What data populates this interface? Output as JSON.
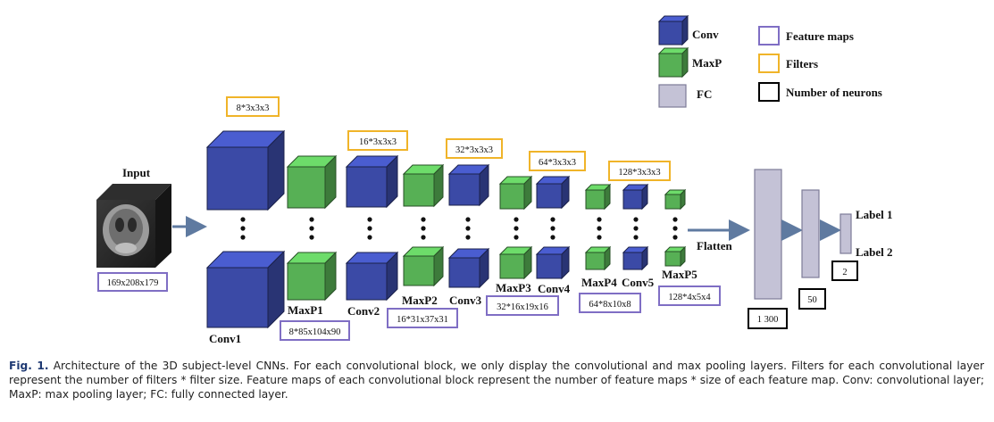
{
  "colors": {
    "conv": "#3b4aa6",
    "maxp": "#57b055",
    "fc": "#c4c2d6",
    "feature_maps_border": "#7f6ec4",
    "filters_border": "#f0b429",
    "neurons_border": "#000000",
    "arrow": "#5f7aa0"
  },
  "legend": {
    "conv": "Conv",
    "maxp": "MaxP",
    "fc": "FC",
    "feature_maps": "Feature maps",
    "filters": "Filters",
    "neurons": "Number of neurons"
  },
  "input": {
    "label": "Input",
    "size": "169x208x179"
  },
  "layers": {
    "conv1": "Conv1",
    "maxp1": "MaxP1",
    "conv2": "Conv2",
    "maxp2": "MaxP2",
    "conv3": "Conv3",
    "maxp3": "MaxP3",
    "conv4": "Conv4",
    "maxp4": "MaxP4",
    "conv5": "Conv5",
    "maxp5": "MaxP5"
  },
  "filters": {
    "f1": "8*3x3x3",
    "f2": "16*3x3x3",
    "f3": "32*3x3x3",
    "f4": "64*3x3x3",
    "f5": "128*3x3x3"
  },
  "feature_maps": {
    "m1": "8*85x104x90",
    "m2": "16*31x37x31",
    "m3": "32*16x19x16",
    "m4": "64*8x10x8",
    "m5": "128*4x5x4"
  },
  "flatten": "Flatten",
  "neurons": {
    "n1": "1 300",
    "n2": "50",
    "n3": "2"
  },
  "outputs": {
    "label1": "Label 1",
    "label2": "Label 2"
  },
  "caption": {
    "fig_label": "Fig. 1.",
    "text": "Architecture of the 3D subject-level CNNs. For each convolutional block, we only display the convolutional and max pooling layers. Filters for each convolutional layer represent the number of filters * filter size. Feature maps of each convolutional block represent the number of feature maps * size of each feature map. Conv: convolutional layer; MaxP: max pooling layer; FC: fully connected layer."
  }
}
